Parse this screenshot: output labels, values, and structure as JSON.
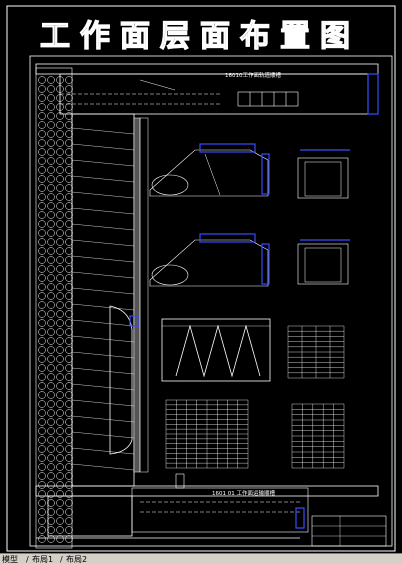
{
  "title": "工作面层面布置图",
  "labels": {
    "top_roadway": "16010工作面轨道顺槽",
    "bottom_roadway": "1601 01 工作面运输顺槽"
  },
  "tabs": [
    "模型",
    "布局1",
    "布局2"
  ],
  "tab_separator": "/",
  "colors": {
    "background": "#000000",
    "line": "#ffffff",
    "accent": "#3a4bff",
    "tabbar": "#d4d0c8"
  }
}
